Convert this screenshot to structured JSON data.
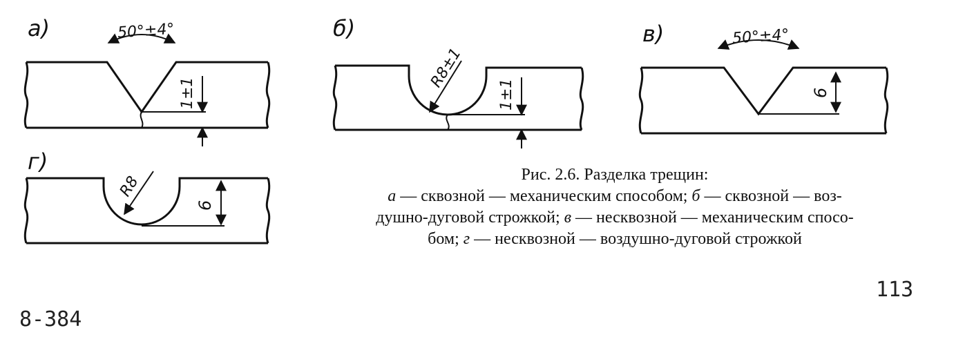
{
  "figures": {
    "a": {
      "label": "а)",
      "angle": "50°±4°",
      "depth": "1±1"
    },
    "b": {
      "label": "б)",
      "radius": "R8±1",
      "depth": "1±1"
    },
    "v": {
      "label": "в)",
      "angle": "50°±4°",
      "depth": "6"
    },
    "g": {
      "label": "г)",
      "radius": "R8",
      "depth": "6"
    }
  },
  "caption": {
    "title": "Рис. 2.6. Разделка трещин:",
    "line1_a": "а",
    "line1_a_text": " — сквозной — механическим  способом; ",
    "line1_b": "б",
    "line1_b_text": " — сквозной — воз-",
    "line2_text": "душно-дуговой строжкой; ",
    "line2_v": "в",
    "line2_v_text": " — несквозной — механическим спосо-",
    "line3_text": "бом; ",
    "line3_g": "г",
    "line3_g_text": " — несквозной — воздушно-дуговой строжкой"
  },
  "page_number": "113",
  "print_code": "8-384"
}
